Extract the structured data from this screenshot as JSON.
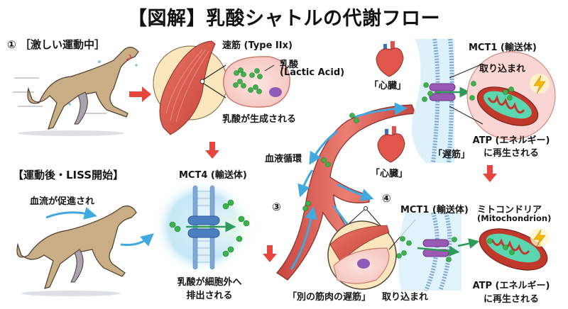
{
  "title": "【図解】乳酸シャトルの代謝フロー",
  "colors": {
    "arrow_red": "#e8453c",
    "blood_red": "#d9534f",
    "flow_blue": "#3fa9e0",
    "lactate_green": "#3cb34a",
    "membrane_blue": "#7fa8d6",
    "transporter_purple": "#9b59b6",
    "transporter_blue": "#4a7fc0",
    "mito_red": "#c0392b",
    "energy_yellow": "#f5b800"
  },
  "step1": {
    "marker": "①",
    "heading": "［激しい運動中］",
    "fiber_label": "速筋 (Type IIx)",
    "lactate_label_jp": "乳酸",
    "lactate_label_en": "(Lactic Acid)",
    "caption": "乳酸が生成される"
  },
  "step2": {
    "heading": "【運動後・LISS開始】",
    "sub": "血流が促進され",
    "transporter": "MCT4 (輸送体)",
    "caption_line1": "乳酸が細胞外へ",
    "caption_line2": "排出される"
  },
  "step3": {
    "marker": "③",
    "circulation": "血液循環",
    "heart_label_top": "「心臓」",
    "heart_label_mid": "「心臓」"
  },
  "step_heart_muscle": {
    "transporter": "MCT1 (輸送体)",
    "uptake": "取り込まれ",
    "fiber_label": "「遅筋」",
    "atp_line1": "ATP (エネルギー)",
    "atp_line2": "に再生される"
  },
  "step4": {
    "marker": "④",
    "transporter": "MCT1 (輸送体)",
    "mito_jp": "ミトコンドリア",
    "mito_en": "(Mitochondrion)",
    "muscle_label": "「別の筋肉の遅筋」",
    "uptake": "取り込まれ",
    "atp_line1": "ATP (エネルギー)",
    "atp_line2": "に再生される"
  },
  "icons": [
    "running-dog-icon",
    "muscle-icon",
    "muscle-cell-icon",
    "heart-icon",
    "blood-vessel-icon",
    "cell-membrane-icon",
    "transporter-icon",
    "mitochondrion-icon",
    "lightning-icon",
    "lactate-molecule-icon",
    "arrow-right-icon",
    "arrow-down-icon"
  ]
}
